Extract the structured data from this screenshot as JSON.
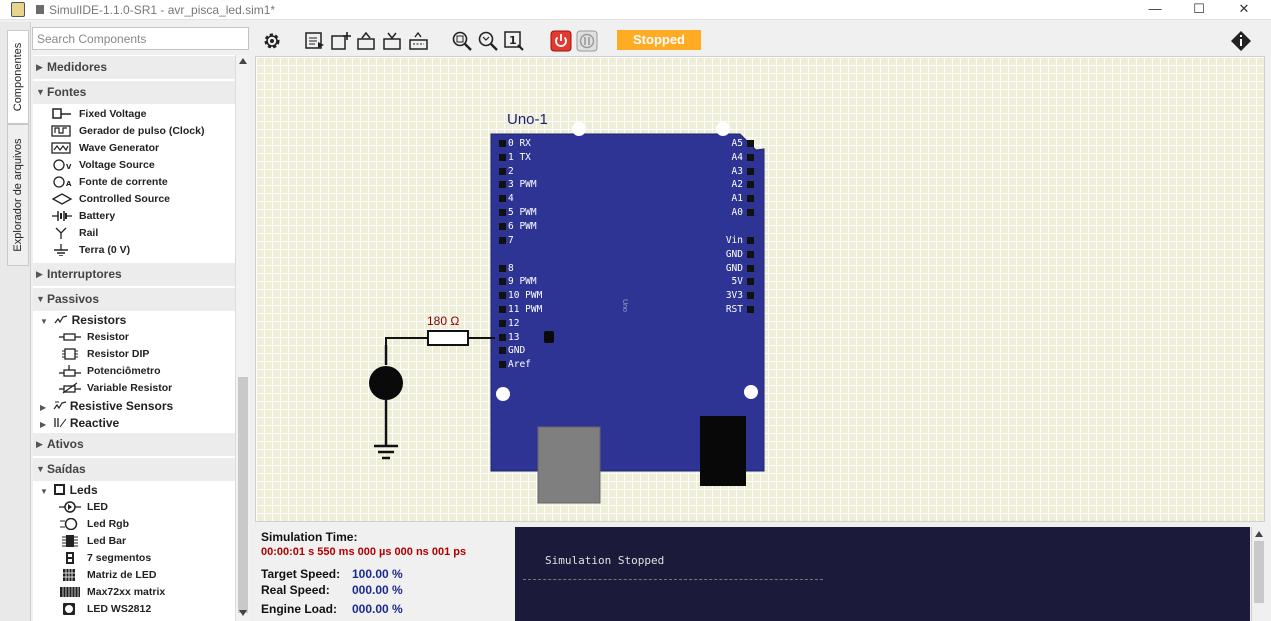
{
  "window": {
    "title": "SimulIDE-1.1.0-SR1  -  avr_pisca_led.sim1*",
    "minimize": "—",
    "maximize": "☐",
    "close": "✕"
  },
  "left_tabs": [
    "Componentes",
    "Explorador de arquivos"
  ],
  "search": {
    "placeholder": "Search Components",
    "value": ""
  },
  "tree": {
    "medidores": "Medidores",
    "fontes": "Fontes",
    "fontes_items": [
      "Fixed Voltage",
      "Gerador de pulso (Clock)",
      "Wave Generator",
      "Voltage Source",
      "Fonte de corrente",
      "Controlled Source",
      "Battery",
      "Rail",
      "Terra (0 V)"
    ],
    "interruptores": "Interruptores",
    "passivos": "Passivos",
    "resistors": "Resistors",
    "resistor_items": [
      "Resistor",
      "Resistor DIP",
      "Potenciômetro",
      "Variable Resistor"
    ],
    "resistive_sensors": "Resistive Sensors",
    "reactive": "Reactive",
    "ativos": "Ativos",
    "saidas": "Saídas",
    "leds": "Leds",
    "led_items": [
      "LED",
      "Led Rgb",
      "Led Bar",
      "7 segmentos",
      "Matriz de LED",
      "Max72xx matrix",
      "LED WS2812"
    ]
  },
  "toolbar": {
    "status": "Stopped",
    "icons": [
      "gear-icon",
      "save-as-icon",
      "new-circuit-icon",
      "open-icon",
      "save-icon",
      "export-icon",
      "zoom-in-icon",
      "zoom-out-icon",
      "zoom-reset-icon",
      "power-icon",
      "pause-icon",
      "info-icon"
    ]
  },
  "circuit": {
    "board_label": "Uno-1",
    "board_tag": "Uno",
    "left_pins": [
      "0 RX",
      "1 TX",
      "2",
      "3 PWM",
      "4",
      "5 PWM",
      "6 PWM",
      "7",
      "8",
      "9 PWM",
      "10 PWM",
      "11 PWM",
      "12",
      "13",
      "GND",
      "Aref"
    ],
    "right_pins_top": [
      "A5",
      "A4",
      "A3",
      "A2",
      "A1",
      "A0"
    ],
    "right_pins_bottom": [
      "Vin",
      "GND",
      "GND",
      "5V",
      "3V3",
      "RST"
    ],
    "resistor_label": "180 Ω"
  },
  "simulation": {
    "time_label": "Simulation Time:",
    "time_value": "00:00:01 s  550 ms  000 µs  000 ns  001 ps",
    "target_speed_label": "Target Speed:",
    "target_speed": "100.00 %",
    "real_speed_label": "Real Speed:",
    "real_speed": "000.00 %",
    "engine_load_label": "Engine Load:",
    "engine_load": "000.00 %"
  },
  "console": {
    "message": "Simulation Stopped"
  },
  "colors": {
    "status_badge": "#ffab24",
    "board": "#2d3494",
    "console_bg": "#1b1a3a",
    "resistor_label": "#8b0000",
    "time_value": "#b00000"
  }
}
